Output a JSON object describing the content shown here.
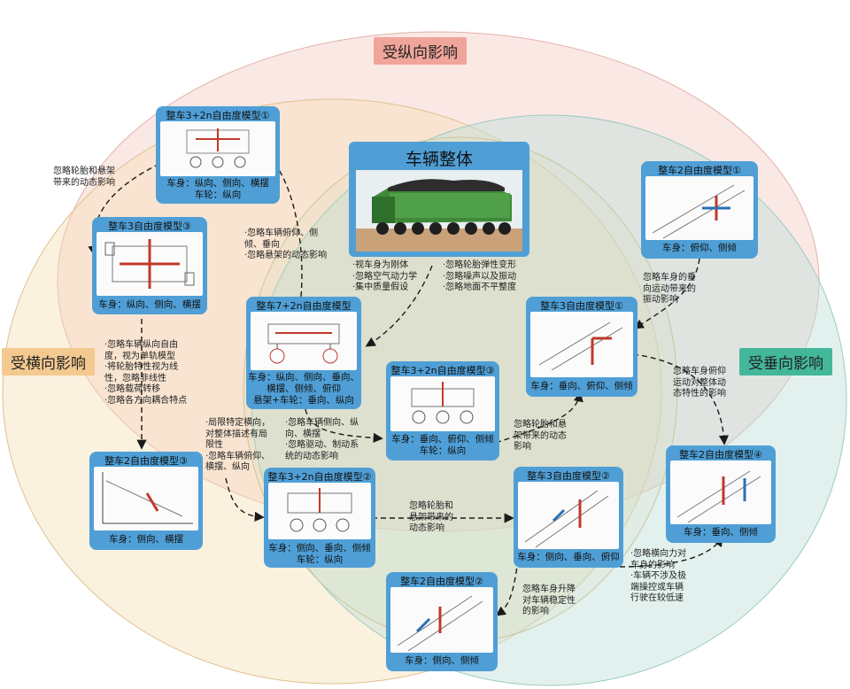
{
  "zones": {
    "longitudinal": "受纵向影响",
    "lateral": "受横向影响",
    "vertical": "受垂向影响"
  },
  "colors": {
    "longitudinal_tag": "#f0a59b",
    "lateral_tag": "#f3c990",
    "vertical_tag": "#43b79a",
    "card": "#4f9fd6",
    "arrow": "#1a1a1a"
  },
  "center": {
    "title": "车辆整体",
    "notes_left": [
      "·视车身为刚体",
      "·忽略空气动力学",
      "·集中质量假设"
    ],
    "notes_right": [
      "·忽略轮胎弹性变形",
      "·忽略噪声以及振动",
      "·忽略地面不平整度"
    ]
  },
  "cards": {
    "c3_2n_1": {
      "title": "整车3+2n自由度模型①",
      "caption": [
        "车身：纵向、侧向、横摆",
        "车轮：纵向"
      ]
    },
    "c3_3": {
      "title": "整车3自由度模型③",
      "caption": [
        "车身：纵向、侧向、横摆"
      ]
    },
    "c7_2n": {
      "title": "整车7+2n自由度模型",
      "caption": [
        "车身：纵向、侧向、垂向、",
        "横摆、侧倾、俯仰",
        "悬架+车轮：垂向、纵向"
      ]
    },
    "c3_2n_3": {
      "title": "整车3+2n自由度模型③",
      "caption": [
        "车身：垂向、俯仰、侧倾",
        "车轮：纵向"
      ]
    },
    "c3_1": {
      "title": "整车3自由度模型①",
      "caption": [
        "车身：垂向、俯仰、侧倾"
      ]
    },
    "c2_1": {
      "title": "整车2自由度模型①",
      "caption": [
        "车身：俯仰、侧倾"
      ]
    },
    "c2_4": {
      "title": "整车2自由度模型④",
      "caption": [
        "车身：垂向、侧倾"
      ]
    },
    "c2_3": {
      "title": "整车2自由度模型③",
      "caption": [
        "车身：侧向、横摆"
      ]
    },
    "c3_2n_2": {
      "title": "整车3+2n自由度模型②",
      "caption": [
        "车身：侧向、垂向、侧倾",
        "车轮：纵向"
      ]
    },
    "c3_2": {
      "title": "整车3自由度模型②",
      "caption": [
        "车身：侧向、垂向、俯仰"
      ]
    },
    "c2_2": {
      "title": "整车2自由度模型②",
      "caption": [
        "车身：侧向、侧倾"
      ]
    }
  },
  "notes": {
    "ignore_tire_susp_top": [
      "忽略轮胎和悬架",
      "带来的动态影响"
    ],
    "ignore_pitch_roll": [
      "·忽略车辆俯仰、侧",
      "  倾、垂向",
      "·忽略悬架的动态影响"
    ],
    "lateral_list": [
      "·忽略车辆纵向自由",
      "  度，视为单轨模型",
      "·将轮胎特性视为线",
      "  性，忽略非线性",
      "·忽略载荷转移",
      "·忽略各方向耦合特点"
    ],
    "yaw_limit": [
      "·局限特定横向，",
      "  对整体描述有局",
      "  限性",
      "·忽略车辆俯仰、",
      "  横摆、纵向"
    ],
    "ignore_lat_long": [
      "·忽略车辆侧向、纵",
      "  向、横摆",
      "·忽略驱动、制动系",
      "  统的动态影响"
    ],
    "ignore_tire_susp_mid": [
      "忽略轮胎和",
      "悬架带来的",
      "动态影响"
    ],
    "ignore_tire_susp_right": [
      "忽略轮胎和悬",
      "架带来的动态",
      "影响"
    ],
    "ignore_body_vert": [
      "忽略车身的垂",
      "向运动带来的",
      "振动影响"
    ],
    "ignore_body_pitch": [
      "忽略车身俯仰",
      "运动对整体动",
      "态特性的影响"
    ],
    "ignore_lift": [
      "忽略车身升降",
      "对车辆稳定性",
      "的影响"
    ],
    "ignore_lateral_force": [
      "·忽略横向力对",
      "  车身的影响",
      "·车辆不涉及极",
      "  端操控或车辆",
      "  行驶在较低速"
    ]
  }
}
